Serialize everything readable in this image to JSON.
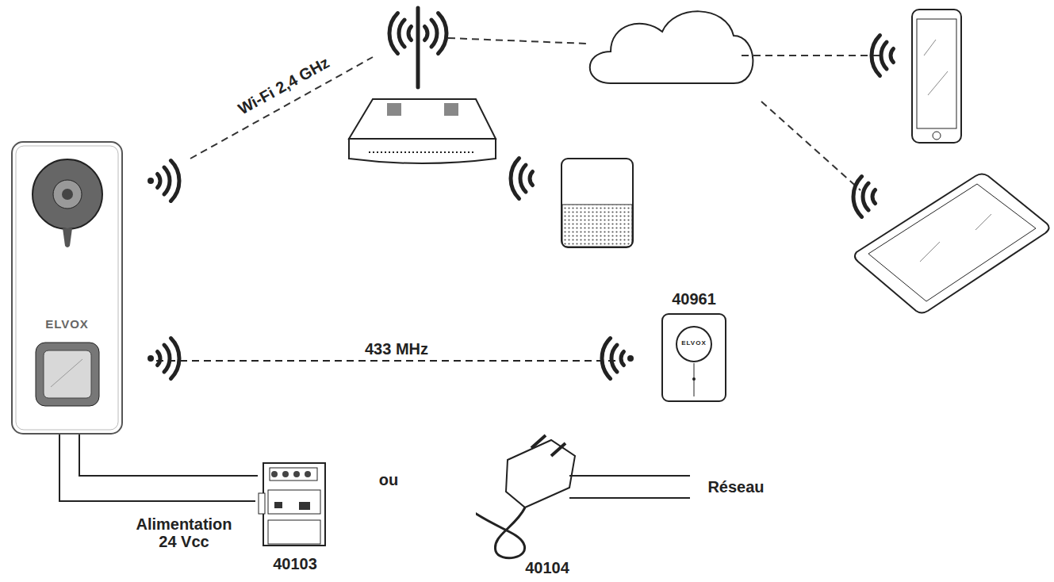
{
  "diagram": {
    "nodes": [
      {
        "text": [
          "ELVOX"
        ]
      },
      {
        "text": [
          "40961",
          "ELVOX"
        ]
      },
      {
        "text": [
          "40103"
        ]
      },
      {
        "text": [
          "40104"
        ]
      }
    ],
    "edges": [
      {
        "from": 0,
        "to": 1,
        "label": "433 MHz",
        "arrow": "none"
      },
      {
        "from": 0,
        "to": 2,
        "label": "Alimentation 24 Vcc",
        "arrow": "none"
      }
    ],
    "labels": [
      "Wi-Fi 2,4 GHz",
      "ou",
      "Réseau"
    ]
  }
}
